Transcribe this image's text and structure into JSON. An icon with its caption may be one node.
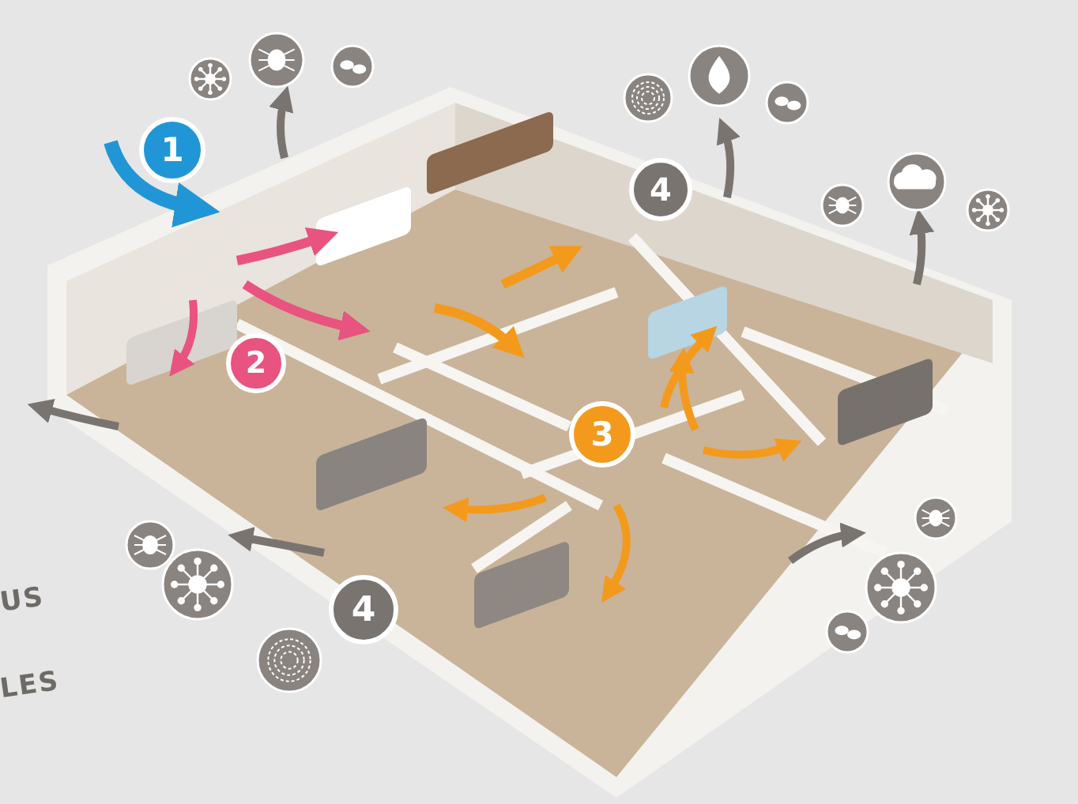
{
  "diagram": {
    "labels": [
      "1",
      "2",
      "3",
      "4",
      "4",
      "US",
      "LES"
    ]
  }
}
